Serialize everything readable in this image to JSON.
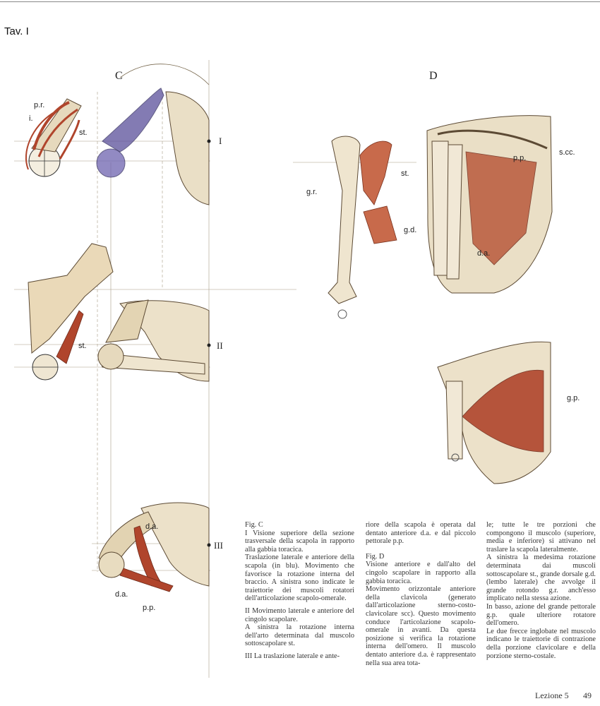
{
  "plate_title": "Tav. I",
  "sections": {
    "c": "C",
    "d": "D"
  },
  "roman": [
    "I",
    "II",
    "III"
  ],
  "labels": {
    "pr": "p.r.",
    "i": "i.",
    "st": "st.",
    "gr": "g.r.",
    "gd": "g.d.",
    "scc": "s.cc.",
    "pp": "p.p.",
    "da": "d.a.",
    "gp": "g.p."
  },
  "caption_col1": [
    "Fig. C",
    "I   Visione superiore della sezione trasversale della scapola in rapporto alla gabbia toracica.",
    "Traslazione laterale e anteriore della scapola (in blu). Movimento che favorisce la rotazione interna del braccio. A sinistra sono indicate le traiettorie dei muscoli rotatori dell'articolazione scapolo-omerale.",
    "II   Movimento laterale e anteriore del cingolo scapolare.",
    "A sinistra la rotazione interna dell'arto determinata dal muscolo sottoscapolare st.",
    "III   La traslazione laterale e ante-"
  ],
  "caption_col2": [
    "riore della scapola è operata dal dentato anteriore d.a. e dal piccolo pettorale p.p.",
    "Fig. D",
    "Visione anteriore e dall'alto del cingolo scapolare in rapporto alla gabbia toracica.",
    "Movimento orizzontale anteriore della clavicola (generato dall'articolazione sterno-costo-clavicolare scc). Questo movimento conduce l'articolazione scapolo-omerale in avanti. Da questa posizione si verifica la rotazione interna dell'omero. Il muscolo dentato anteriore d.a. è rappresentato nella sua area tota-"
  ],
  "caption_col3": [
    "le; tutte le tre porzioni che compongono il muscolo (superiore, media e inferiore) si attivano nel traslare la scapola lateralmente.",
    "A sinistra la medesima rotazione determinata dai muscoli sottoscapolare st., grande dorsale g.d. (lembo laterale) che avvolge il grande rotondo g.r. anch'esso implicato nella stessa azione.",
    "In basso, azione del grande pettorale g.p. quale ulteriore rotatore dell'omero.",
    "Le due frecce inglobate nel muscolo indicano le traiettorie di contrazione della porzione clavicolare e della porzione sterno-costale."
  ],
  "footer": {
    "lesson": "Lezione 5",
    "page": "49"
  },
  "colors": {
    "muscle": "#b0452c",
    "scapula_blue": "#5a4f9a",
    "bone": "#e8dcc0",
    "sketch": "#6b5a42"
  }
}
